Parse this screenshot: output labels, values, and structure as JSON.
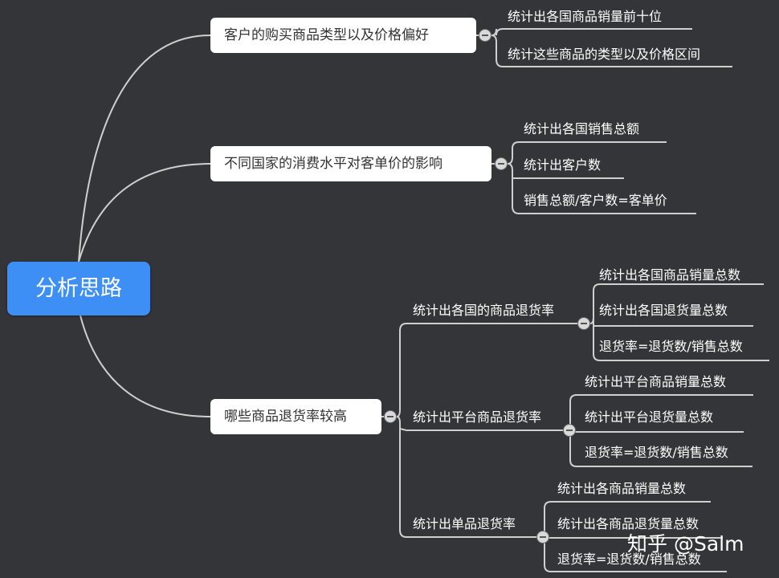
{
  "root": {
    "label": "分析思路"
  },
  "branches": [
    {
      "label": "客户的购买商品类型以及价格偏好",
      "children": [
        "统计出各国商品销量前十位",
        "统计这些商品的类型以及价格区间"
      ]
    },
    {
      "label": "不同国家的消费水平对客单价的影响",
      "children": [
        "统计出各国销售总额",
        "统计出客户数",
        "销售总额/客户数=客单价"
      ]
    },
    {
      "label": "哪些商品退货率较高",
      "children": [
        {
          "label": "统计出各国的商品退货率",
          "children": [
            "统计出各国商品销量总数",
            "统计出各国退货量总数",
            "退货率=退货数/销售总数"
          ]
        },
        {
          "label": "统计出平台商品退货率",
          "children": [
            "统计出平台商品销量总数",
            "统计出平台退货量总数",
            "退货率=退货数/销售总数"
          ]
        },
        {
          "label": "统计出单品退货率",
          "children": [
            "统计出各商品销量总数",
            "统计出各商品退货量总数",
            "退货率=退货数/销售总数"
          ]
        }
      ]
    }
  ],
  "watermark": "知乎 @Salm",
  "colors": {
    "background": "#333539",
    "root": "#3d8ff5",
    "line": "#cfcfcf"
  }
}
